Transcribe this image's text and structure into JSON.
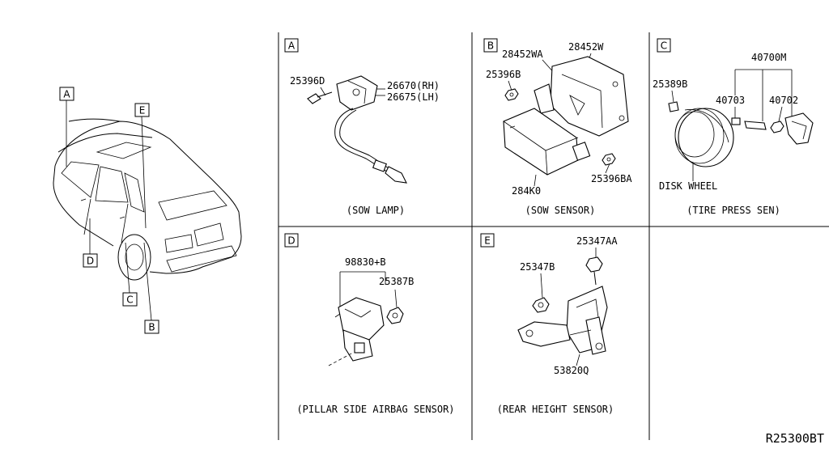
{
  "callouts": {
    "a": "A",
    "b": "B",
    "c": "C",
    "d": "D",
    "e": "E"
  },
  "panels": {
    "a": {
      "letter": "A",
      "parts": [
        "25396D",
        "26670(RH)",
        "26675(LH)"
      ],
      "caption": "(SOW LAMP)"
    },
    "b": {
      "letter": "B",
      "parts": [
        "28452WA",
        "28452W",
        "25396B",
        "284K0",
        "25396BA"
      ],
      "caption": "(SOW SENSOR)"
    },
    "c": {
      "letter": "C",
      "parts": [
        "40700M",
        "25389B",
        "40703",
        "40702",
        "DISK WHEEL"
      ],
      "caption": "(TIRE PRESS SEN)"
    },
    "d": {
      "letter": "D",
      "parts": [
        "98830+B",
        "25387B"
      ],
      "caption": "(PILLAR SIDE AIRBAG SENSOR)"
    },
    "e": {
      "letter": "E",
      "parts": [
        "25347AA",
        "25347B",
        "53820Q"
      ],
      "caption": "(REAR HEIGHT SENSOR)"
    }
  },
  "diagram_code": "R25300BT"
}
